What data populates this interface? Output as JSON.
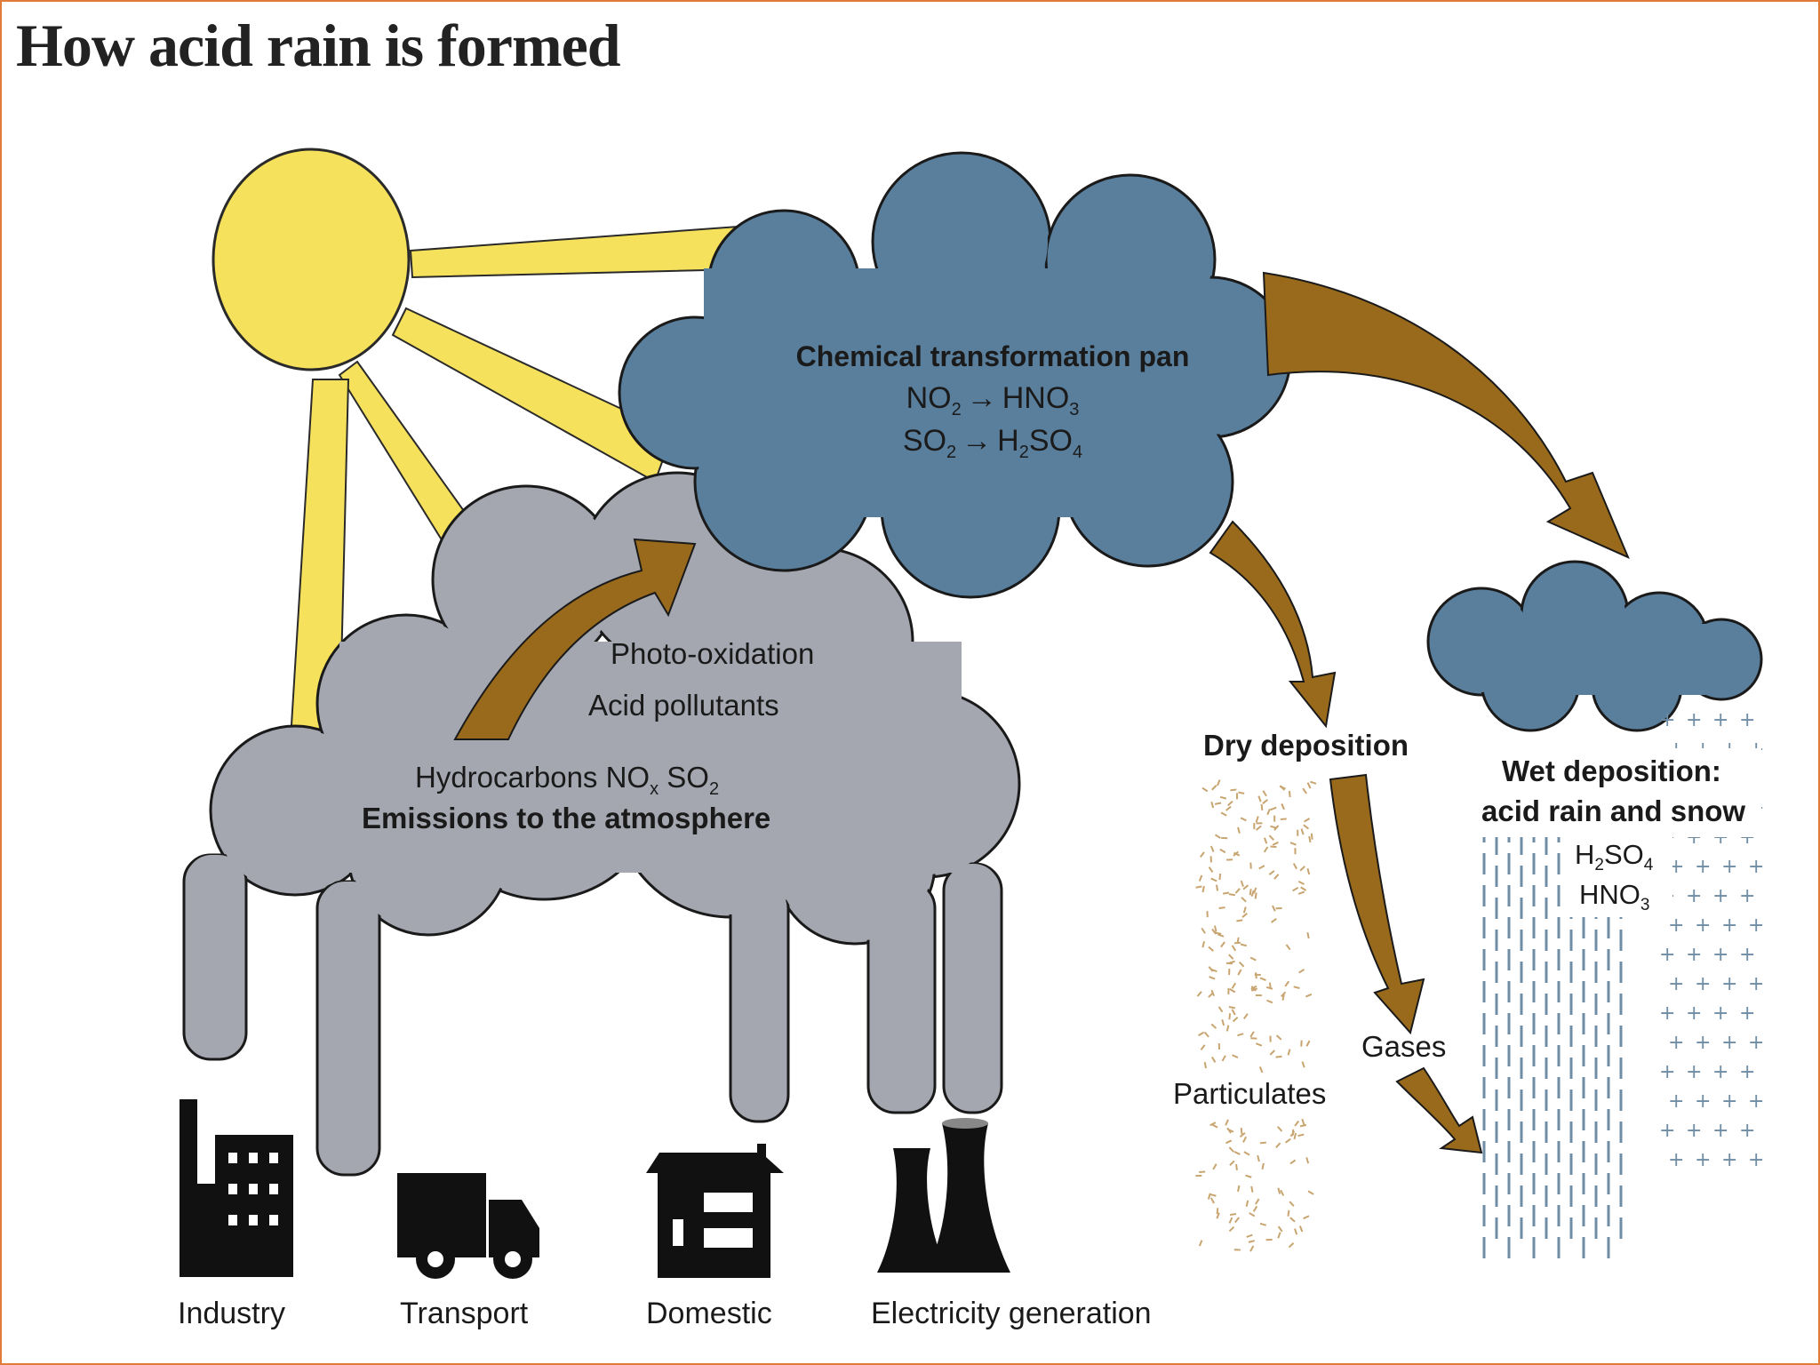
{
  "title": "How acid rain is formed",
  "colors": {
    "sun": "#f6e15c",
    "sun_outline": "#2a2a2a",
    "ray": "#f6e15c",
    "chem_cloud": "#5a7f9c",
    "emission_cloud": "#a4a7b0",
    "arrow": "#9a6a1c",
    "icon": "#111111",
    "particulate": "#c8a570",
    "rain": "#6f8ea6",
    "snow": "#6f8ea6"
  },
  "chem_cloud": {
    "heading": "Chemical transformation pan",
    "reaction1": {
      "lhs": "NO",
      "lhs_sub": "2",
      "arrow": "→",
      "rhs": "HNO",
      "rhs_sub": "3"
    },
    "reaction2": {
      "lhs": "SO",
      "lhs_sub": "2",
      "arrow": "→",
      "rhs_pre": "H",
      "rhs_pre_sub": "2",
      "rhs": "SO",
      "rhs_sub": "4"
    }
  },
  "emission_cloud": {
    "photo": "Photo-oxidation",
    "acid": "Acid pollutants",
    "hydro": {
      "text": "Hydrocarbons NO",
      "sub1": "x",
      "mid": " SO",
      "sub2": "2"
    },
    "emissions": "Emissions to the atmosphere"
  },
  "dry": {
    "heading": "Dry deposition",
    "gases": "Gases",
    "particulates": "Particulates"
  },
  "wet": {
    "heading1": "Wet deposition:",
    "heading2": "acid rain and snow",
    "h2so4": {
      "pre": "H",
      "pre_sub": "2",
      "main": "SO",
      "sub": "4"
    },
    "hno3": {
      "main": "HNO",
      "sub": "3"
    }
  },
  "sources": {
    "industry": "Industry",
    "transport": "Transport",
    "domestic": "Domestic",
    "electricity": "Electricity generation"
  },
  "icons": {
    "sun": "sun-icon",
    "industry": "factory-icon",
    "transport": "truck-icon",
    "domestic": "house-icon",
    "electricity": "cooling-tower-icon"
  }
}
